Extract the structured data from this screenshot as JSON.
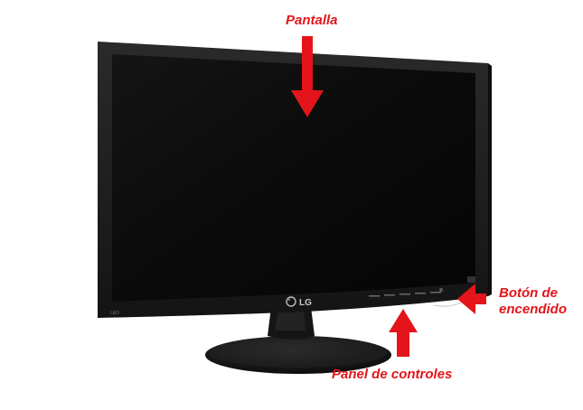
{
  "labels": {
    "screen": "Pantalla",
    "power_button_line1": "Botón de",
    "power_button_line2": "encendido",
    "control_panel": "Panel de controles"
  },
  "device": {
    "brand_logo_text": "LG",
    "bezel_tag": "LED"
  },
  "colors": {
    "annotation": "#e3151a",
    "bezel": "#1b1b1b",
    "screen": "#0c0c0c"
  },
  "icons": [
    "arrow-down-icon",
    "arrow-left-icon",
    "arrow-up-icon",
    "lg-logo-icon"
  ]
}
